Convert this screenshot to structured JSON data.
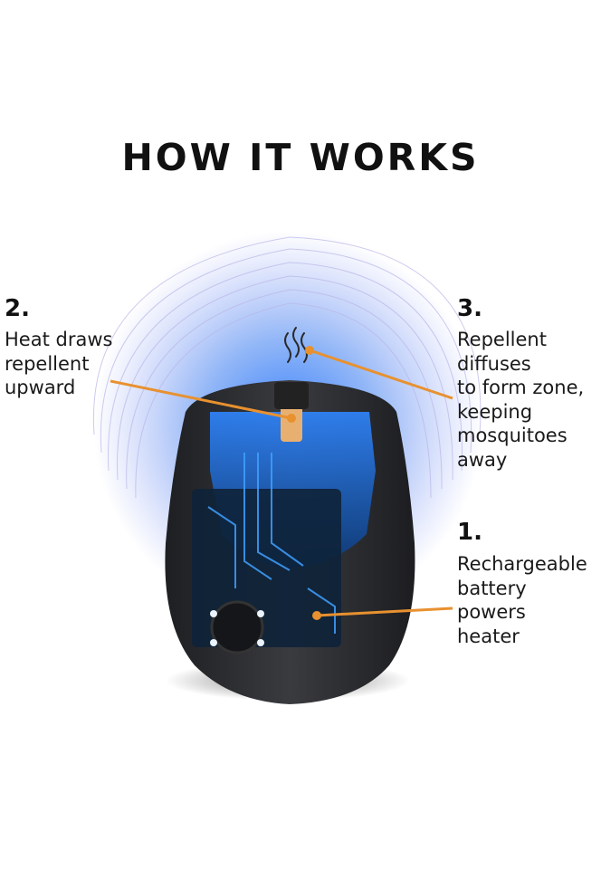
{
  "title": "HOW IT WORKS",
  "steps": [
    {
      "number": "2.",
      "lines": [
        "Heat draws",
        "repellent",
        "upward"
      ]
    },
    {
      "number": "3.",
      "lines": [
        "Repellent",
        "diffuses",
        "to form zone,",
        "keeping",
        "mosquitoes",
        "away"
      ]
    },
    {
      "number": "1.",
      "lines": [
        "Rechargeable",
        "battery",
        "powers",
        "heater"
      ]
    }
  ],
  "colors": {
    "accent": "#e8912f",
    "glow": "#1e6fd9",
    "device": "#2b2c2f",
    "text": "#111111"
  }
}
